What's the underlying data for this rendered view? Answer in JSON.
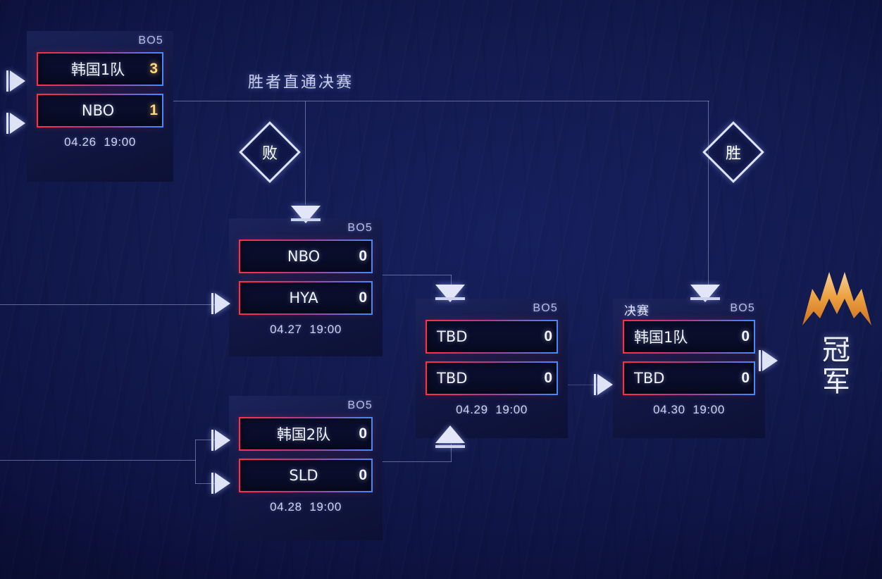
{
  "page": {
    "headline": "胜者直通决赛",
    "champion": {
      "label_line1": "冠",
      "label_line2": "军",
      "icon": "crown-icon"
    },
    "badges": {
      "loser": "败",
      "winner": "胜"
    }
  },
  "matches": [
    {
      "id": "r1-upper",
      "format": "BO5",
      "stage_label": "",
      "teams": [
        {
          "name": "韩国1队",
          "score": "3"
        },
        {
          "name": "NBO",
          "score": "1"
        }
      ],
      "date": "04.26",
      "time": "19:00"
    },
    {
      "id": "r2-upper",
      "format": "BO5",
      "stage_label": "",
      "teams": [
        {
          "name": "NBO",
          "score": "0"
        },
        {
          "name": "HYA",
          "score": "0"
        }
      ],
      "date": "04.27",
      "time": "19:00"
    },
    {
      "id": "r2-lower",
      "format": "BO5",
      "stage_label": "",
      "teams": [
        {
          "name": "韩国2队",
          "score": "0"
        },
        {
          "name": "SLD",
          "score": "0"
        }
      ],
      "date": "04.28",
      "time": "19:00"
    },
    {
      "id": "r3-semi",
      "format": "BO5",
      "stage_label": "",
      "teams": [
        {
          "name": "TBD",
          "score": "0"
        },
        {
          "name": "TBD",
          "score": "0"
        }
      ],
      "date": "04.29",
      "time": "19:00"
    },
    {
      "id": "r4-final",
      "format": "BO5",
      "stage_label": "决赛",
      "teams": [
        {
          "name": "韩国1队",
          "score": "0"
        },
        {
          "name": "TBD",
          "score": "0"
        }
      ],
      "date": "04.30",
      "time": "19:00"
    }
  ],
  "colors": {
    "background": "#121a4e",
    "accent_red": "#ff2f46",
    "accent_blue": "#3f8bff",
    "champion_gold": "#f5a340",
    "line": "#8f96c8"
  }
}
